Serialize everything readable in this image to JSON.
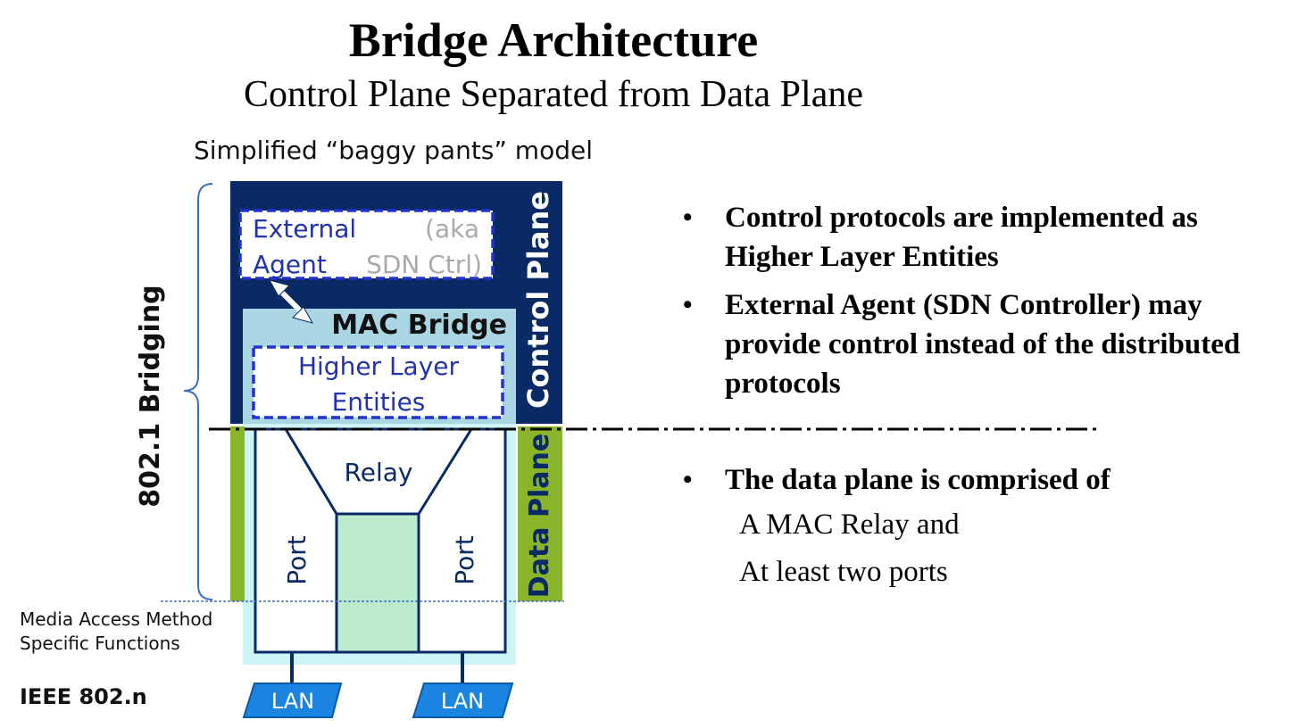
{
  "title": "Bridge Architecture",
  "subtitle": "Control Plane Separated from Data Plane",
  "model_caption": "Simplified “baggy pants” model",
  "diagram": {
    "bridging_label": "802.1 Bridging",
    "control_plane_label": "Control Plane",
    "data_plane_label": "Data Plane",
    "external_agent_line1": "External",
    "external_agent_line2": "Agent",
    "aka_line1": "(aka",
    "aka_line2": "SDN Ctrl)",
    "mac_bridge_label": "MAC Bridge",
    "hle_line1": "Higher Layer",
    "hle_line2": "Entities",
    "relay_label": "Relay",
    "port_left_label": "Port",
    "port_right_label": "Port",
    "lan_left_label": "LAN",
    "lan_right_label": "LAN",
    "media_line1": "Media Access Method",
    "media_line2": "Specific Functions",
    "ieee_label": "IEEE 802.n"
  },
  "bullets": {
    "items": [
      {
        "line1": "Control protocols are implemented as",
        "line2": "Higher Layer Entities"
      },
      {
        "line1": "External Agent (SDN Controller) may",
        "line2": "provide control instead of the distributed",
        "line3": "protocols"
      },
      {
        "line1": "The data plane is comprised of"
      }
    ],
    "sub1": "A MAC Relay and",
    "sub2": "At least two ports"
  },
  "colors": {
    "control_plane": "#0a2a66",
    "data_plane": "#8ab42a",
    "mac_bridge": "#a9d6e2",
    "media_region": "#cdf5f8",
    "relay_fill": "#bdeccc",
    "dashed_blue": "#2233cc",
    "lan": "#1a84e0"
  }
}
